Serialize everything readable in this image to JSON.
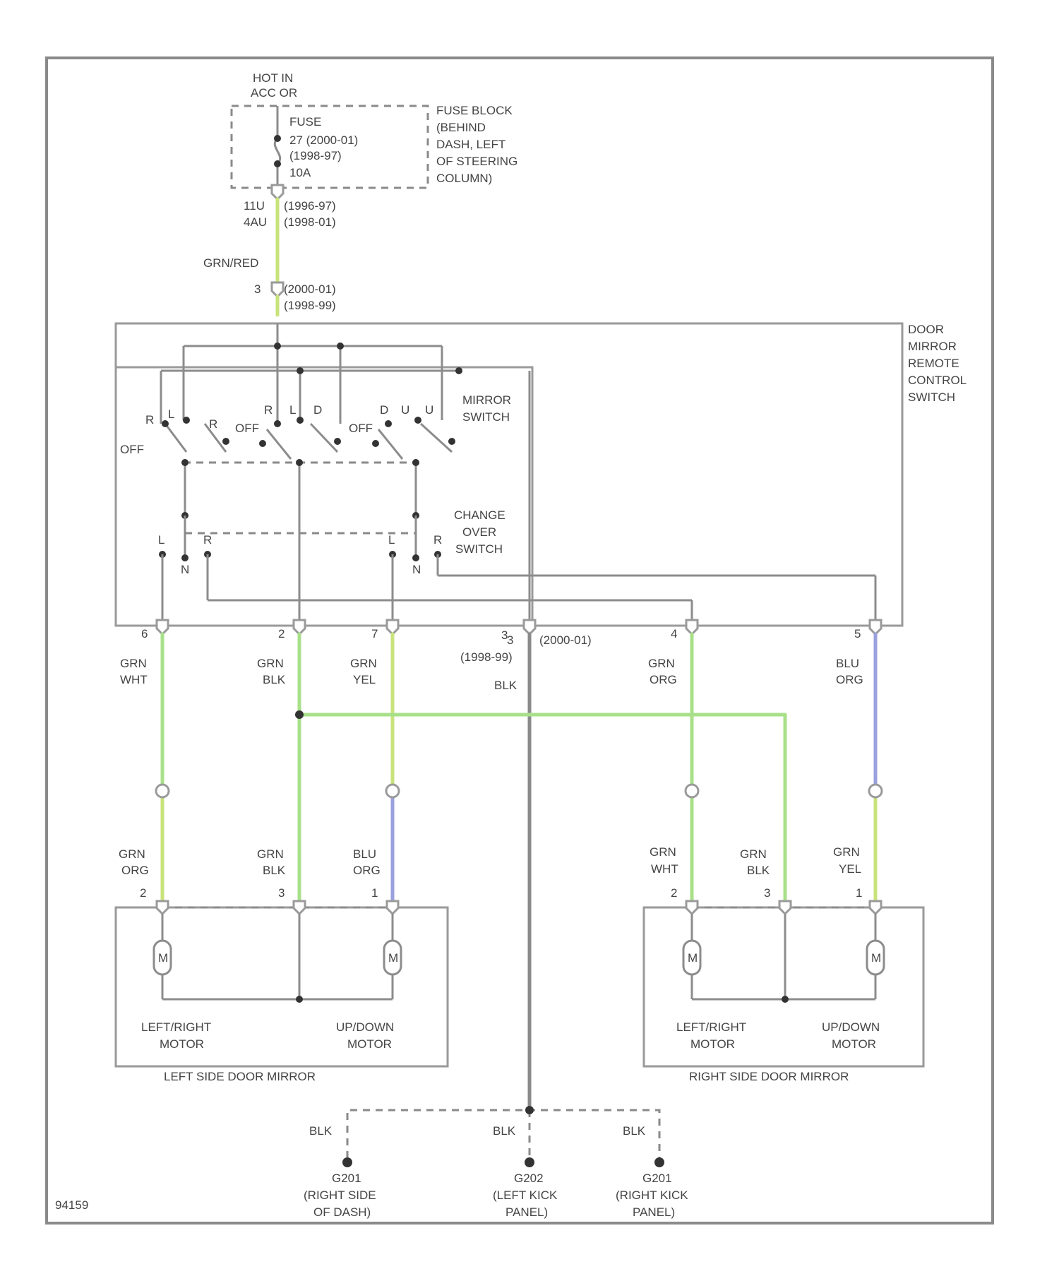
{
  "colors": {
    "wire_green": "#a8e08a",
    "wire_green_yellow": "#c8e37a",
    "wire_blue": "#9aa0dd",
    "wire_gray": "#8a8a8a",
    "box": "#9a9a9a",
    "text": "#444444"
  },
  "power": {
    "hot_label": [
      "HOT IN",
      "ACC OR"
    ],
    "fuse_label": [
      "FUSE",
      "27 (2000-01)",
      "(1998-97)",
      "10A"
    ],
    "fuse_block_label": [
      "FUSE BLOCK",
      "(BEHIND",
      "DASH, LEFT",
      "OF STEERING",
      "COLUMN)"
    ],
    "connector_top": [
      "11U",
      "4AU"
    ],
    "connector_top_years": [
      "(1996-97)",
      "(1998-01)"
    ],
    "wire_color": "GRN/RED",
    "connector_mid": "3",
    "connector_mid_years": [
      "(2000-01)",
      "(1998-99)"
    ]
  },
  "switch_assembly": {
    "name": [
      "DOOR",
      "MIRROR",
      "REMOTE",
      "CONTROL",
      "SWITCH"
    ],
    "mirror_switch_label": [
      "MIRROR",
      "SWITCH"
    ],
    "changeover_switch_label": [
      "CHANGE",
      "OVER",
      "SWITCH"
    ],
    "contacts": {
      "off": "OFF",
      "r": "R",
      "l": "L",
      "d": "D",
      "u": "U"
    },
    "changeover_positions": [
      "L",
      "N",
      "R"
    ],
    "pins": [
      "6",
      "2",
      "7",
      "3",
      "4",
      "5"
    ]
  },
  "ground_lead": {
    "pin": "3",
    "years": [
      "(2000-01)",
      "(1998-99)"
    ],
    "color": "BLK"
  },
  "wires_upper": {
    "pin6": [
      "GRN",
      "WHT"
    ],
    "pin2": [
      "GRN",
      "BLK"
    ],
    "pin7": [
      "GRN",
      "YEL"
    ],
    "pin4": [
      "GRN",
      "ORG"
    ],
    "pin5": [
      "BLU",
      "ORG"
    ]
  },
  "wires_lower": {
    "left_1": [
      "GRN",
      "ORG"
    ],
    "left_2": [
      "GRN",
      "BLK"
    ],
    "left_3": [
      "BLU",
      "ORG"
    ],
    "right_1": [
      "GRN",
      "WHT"
    ],
    "right_2": [
      "GRN",
      "BLK"
    ],
    "right_3": [
      "GRN",
      "YEL"
    ]
  },
  "left_mirror": {
    "name": "LEFT SIDE DOOR MIRROR",
    "pins": [
      "2",
      "3",
      "1"
    ],
    "motor_lr": [
      "LEFT/RIGHT",
      "MOTOR"
    ],
    "motor_ud": [
      "UP/DOWN",
      "MOTOR"
    ],
    "motor_symbol": "M"
  },
  "right_mirror": {
    "name": "RIGHT SIDE DOOR MIRROR",
    "pins": [
      "2",
      "3",
      "1"
    ],
    "motor_lr": [
      "LEFT/RIGHT",
      "MOTOR"
    ],
    "motor_ud": [
      "UP/DOWN",
      "MOTOR"
    ],
    "motor_symbol": "M"
  },
  "grounds": [
    {
      "color": "BLK",
      "id": "G201",
      "location": [
        "(RIGHT SIDE",
        "OF DASH)"
      ]
    },
    {
      "color": "BLK",
      "id": "G202",
      "location": [
        "(LEFT KICK",
        "PANEL)"
      ]
    },
    {
      "color": "BLK",
      "id": "G201",
      "location": [
        "(RIGHT KICK",
        "PANEL)"
      ]
    }
  ],
  "figure_id": "94159"
}
